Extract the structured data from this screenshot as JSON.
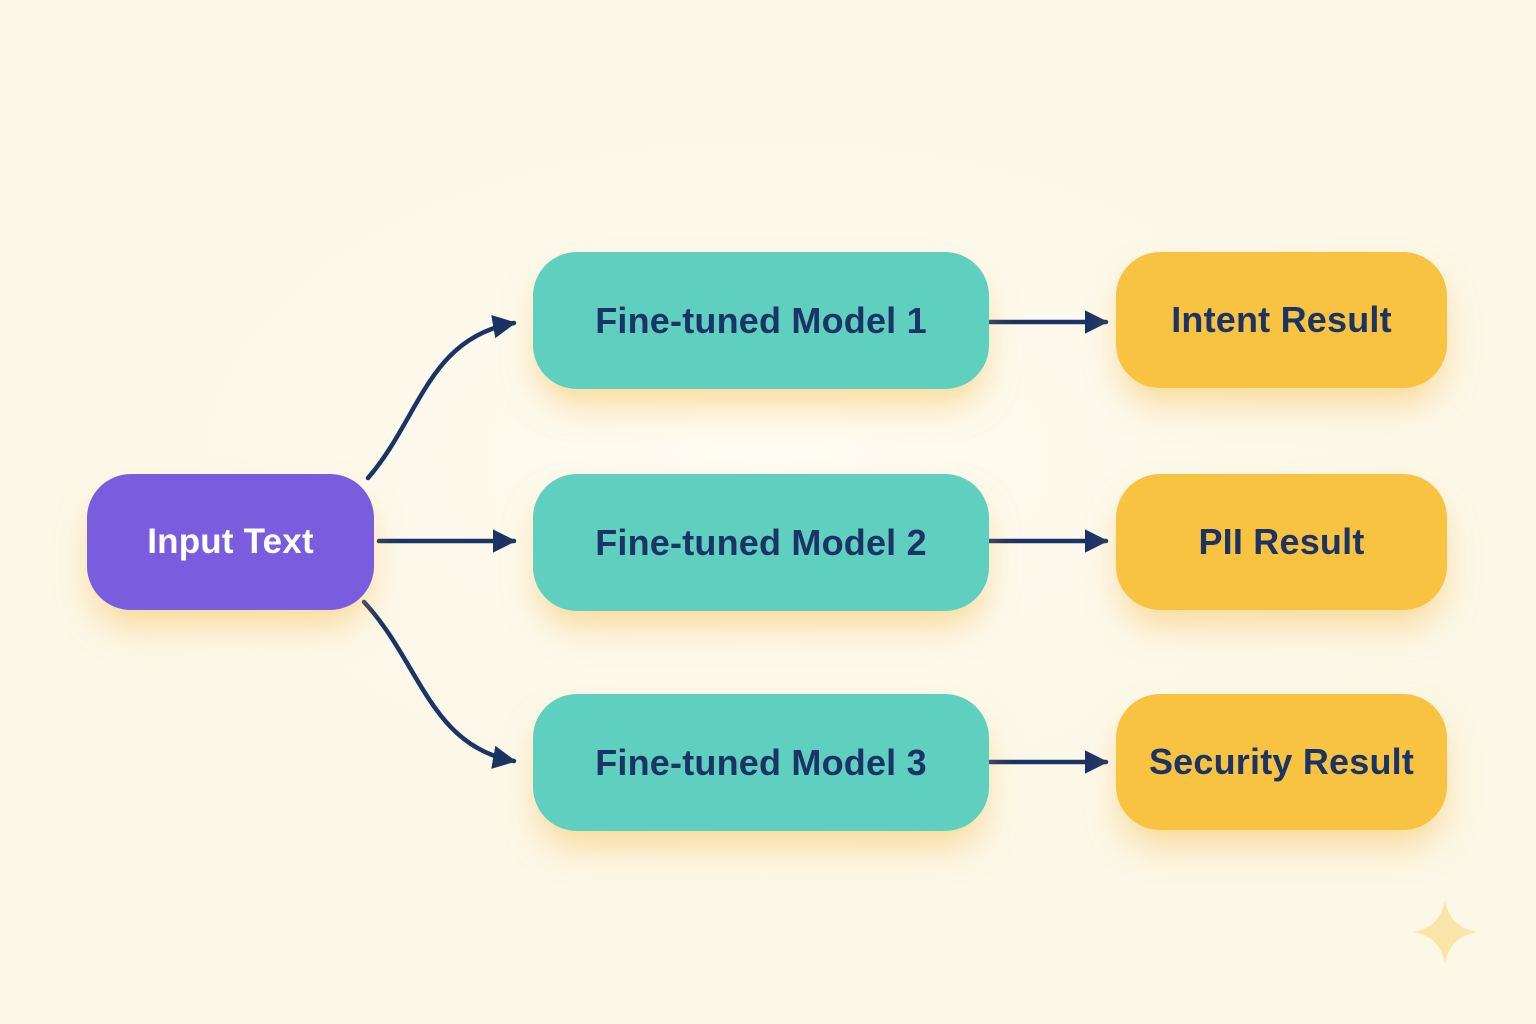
{
  "flow": {
    "input_label": "Input Text",
    "rows": [
      {
        "model": "Fine-tuned Model 1",
        "result": "Intent Result"
      },
      {
        "model": "Fine-tuned Model 2",
        "result": "PII Result"
      },
      {
        "model": "Fine-tuned Model 3",
        "result": "Security Result"
      }
    ]
  },
  "icons": {
    "sparkle": "sparkle-icon"
  },
  "colors": {
    "bg": "#fcf7e6",
    "bg_light": "#fefbf0",
    "purple": "#7a5cdf",
    "teal": "#5fcfc0",
    "yellow": "#f8c341",
    "navy": "#1b3365",
    "text_light": "#ffffff",
    "sparkle": "#f9e5a7"
  }
}
